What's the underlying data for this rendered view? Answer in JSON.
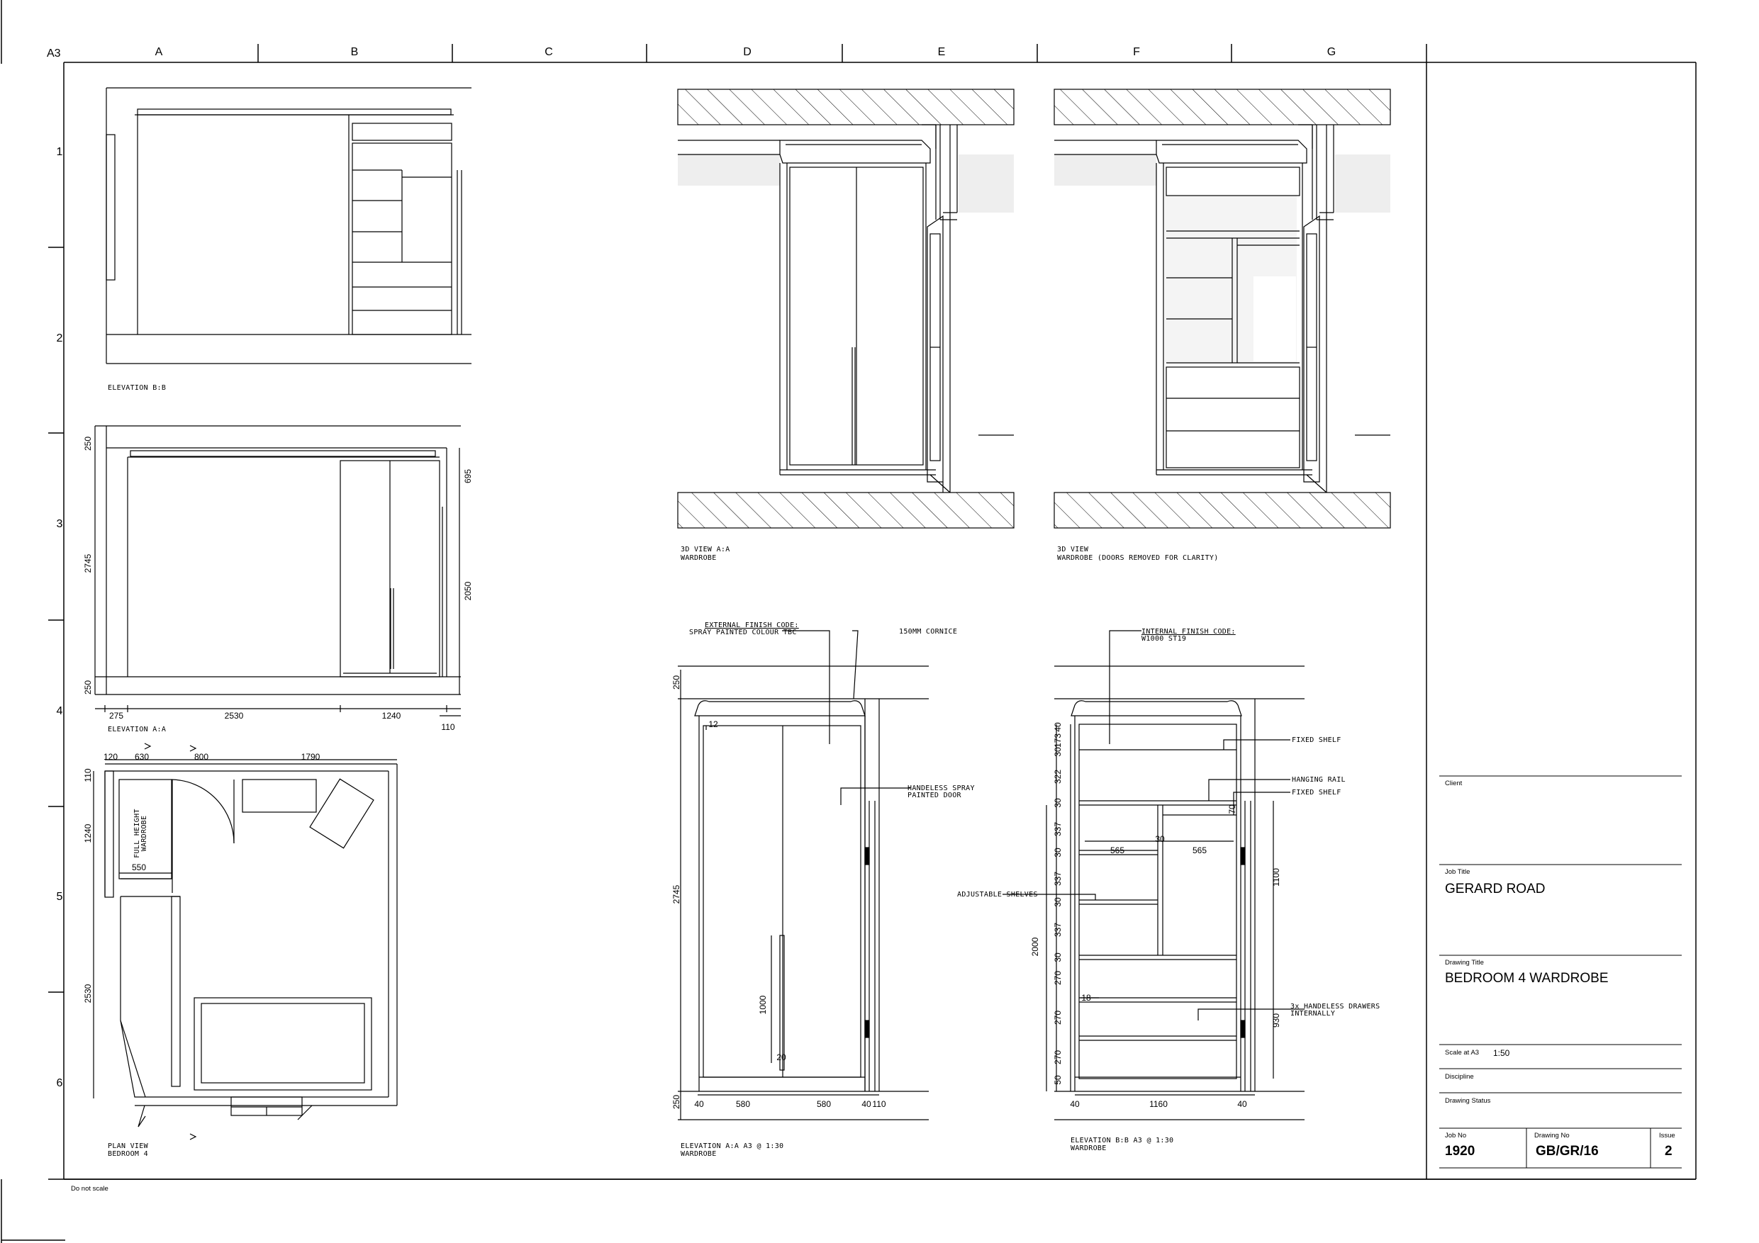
{
  "sheet": {
    "size_label": "A3",
    "columns": [
      "A",
      "B",
      "C",
      "D",
      "E",
      "F",
      "G"
    ],
    "rows": [
      "1",
      "2",
      "3",
      "4",
      "5",
      "6"
    ],
    "footer_note": "Do not scale"
  },
  "views": {
    "elev_bb_top": "ELEVATION B:B",
    "elev_aa_left": "ELEVATION A:A",
    "plan_line1": "PLAN VIEW",
    "plan_line2": "BEDROOM 4",
    "view3d_a_line1": "3D VIEW A:A",
    "view3d_a_line2": "WARDROBE",
    "view3d_b_line1": "3D VIEW",
    "view3d_b_line2": "WARDROBE (DOORS REMOVED FOR CLARITY)",
    "elev_aa_line1": "ELEVATION A:A A3 @ 1:30",
    "elev_aa_line2": "WARDROBE",
    "elev_bb_line1": "ELEVATION B:B A3 @ 1:30",
    "elev_bb_line2": "WARDROBE"
  },
  "annotations": {
    "ext_finish_title": "EXTERNAL FINISH CODE:",
    "ext_finish_value": "SPRAY PAINTED COLOUR TBC",
    "cornice": "150MM CORNICE",
    "handleless_door_1": "HANDELESS SPRAY",
    "handleless_door_2": "PAINTED DOOR",
    "int_finish_title": "INTERNAL FINISH CODE:",
    "int_finish_value": "W1000 ST19",
    "fixed_shelf_1": "FIXED SHELF",
    "hanging_rail": "HANGING RAIL",
    "fixed_shelf_2": "FIXED SHELF",
    "adjustable_shelves": "ADJUSTABLE SHELVES",
    "drawers_1": "3x HANDELESS DRAWERS",
    "drawers_2": "INTERNALLY",
    "plan_wardrobe_1": "FULL HEIGHT",
    "plan_wardrobe_2": "WARDROBE"
  },
  "dimensions": {
    "left_elev_aa": {
      "top": "250",
      "height": "2745",
      "bottom": "250",
      "right_top": "695",
      "right_mid": "2050",
      "w1": "275",
      "w2": "2530",
      "w3": "1240",
      "w4": "110"
    },
    "plan": {
      "d120": "120",
      "d630": "630",
      "d800": "800",
      "d1790": "1790",
      "d110": "110",
      "d1240": "1240",
      "d550": "550",
      "d2530": "2530"
    },
    "elev_aa": {
      "top": "250",
      "height": "2745",
      "bottom": "250",
      "h1000": "1000",
      "h20": "20",
      "h12": "12",
      "w40a": "40",
      "w580a": "580",
      "w580b": "580",
      "w40b": "40",
      "w110": "110"
    },
    "elev_bb": {
      "v40": "40",
      "v173": "173",
      "v30a": "30",
      "v322": "322",
      "v30b": "30",
      "v337a": "337",
      "v30c": "30",
      "v337b": "337",
      "v30d": "30",
      "v337c": "337",
      "v30e": "30",
      "v270a": "270",
      "v270b": "270",
      "v270c": "270",
      "v50": "50",
      "h2000": "2000",
      "h565a": "565",
      "h565b": "565",
      "h30": "30",
      "h70": "70",
      "h18": "18",
      "r1100": "1100",
      "r930": "930",
      "w40a": "40",
      "w1160": "1160",
      "w40b": "40"
    }
  },
  "title_block": {
    "client_label": "Client",
    "client_value": "",
    "job_title_label": "Job Title",
    "job_title": "GERARD ROAD",
    "drawing_title_label": "Drawing Title",
    "drawing_title": "BEDROOM 4 WARDROBE",
    "scale_label": "Scale at A3",
    "scale_value": "1:50",
    "discipline_label": "Discipline",
    "discipline_value": "",
    "status_label": "Drawing Status",
    "status_value": "",
    "job_no_label": "Job No",
    "job_no": "1920",
    "drawing_no_label": "Drawing No",
    "drawing_no": "GB/GR/16",
    "issue_label": "Issue",
    "issue": "2"
  }
}
